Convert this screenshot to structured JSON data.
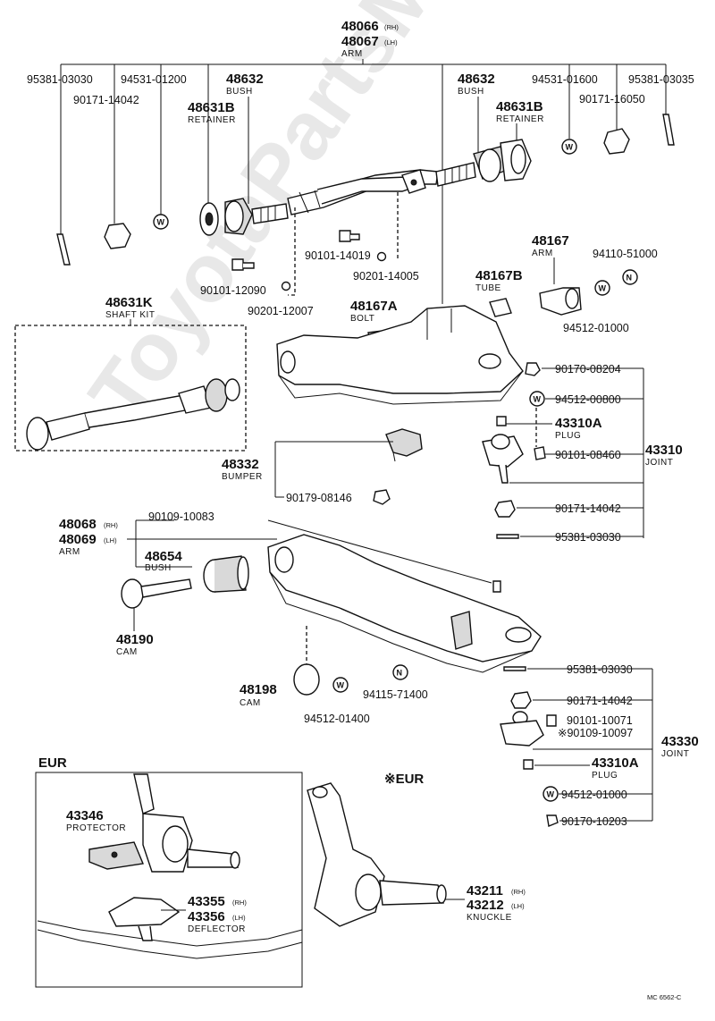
{
  "watermark": "ToyotaPartsMart.ru",
  "stamp": "MC 6562-C",
  "labels": {
    "arm_num1": "48066",
    "arm_rh": "(RH)",
    "arm_num2": "48067",
    "arm_lh": "(LH)",
    "arm_desc": "ARM",
    "p95381_03030_top": "95381-03030",
    "p94531_01200": "94531-01200",
    "p48632_left": "48632",
    "bush_left": "BUSH",
    "p90171_14042_top": "90171-14042",
    "p48631b_left": "48631B",
    "retainer_left": "RETAINER",
    "p48632_right": "48632",
    "bush_right": "BUSH",
    "p94531_01600": "94531-01600",
    "p95381_03035": "95381-03035",
    "p48631b_right": "48631B",
    "retainer_right": "RETAINER",
    "p90171_16050": "90171-16050",
    "p90101_14019": "90101-14019",
    "p90201_14005": "90201-14005",
    "p90101_12090": "90101-12090",
    "p90201_12007": "90201-12007",
    "p48167": "48167",
    "arm_upper": "ARM",
    "p94110_51000": "94110-51000",
    "p48167b": "48167B",
    "tube": "TUBE",
    "p48167a": "48167A",
    "bolt": "BOLT",
    "p94512_01000_top": "94512-01000",
    "p48631k": "48631K",
    "shaft_kit": "SHAFT KIT",
    "p90170_08204": "90170-08204",
    "p94512_00800": "94512-00800",
    "p43310a": "43310A",
    "plug_upper": "PLUG",
    "p90101_08460": "90101-08460",
    "p43310": "43310",
    "joint_upper": "JOINT",
    "p48332": "48332",
    "bumper": "BUMPER",
    "p90179_08146": "90179-08146",
    "p90171_14042_mid": "90171-14042",
    "p95381_03030_mid": "95381-03030",
    "p48068": "48068",
    "p48068_rh": "(RH)",
    "p48069": "48069",
    "p48069_lh": "(LH)",
    "arm_lower": "ARM",
    "p90109_10083": "90109-10083",
    "p48654": "48654",
    "bush_lower": "BUSH",
    "p48190": "48190",
    "cam_lower": "CAM",
    "p48198": "48198",
    "cam_small": "CAM",
    "p94512_01400": "94512-01400",
    "p94115_71400": "94115-71400",
    "p95381_03030_low": "95381-03030",
    "p90171_14042_low": "90171-14042",
    "p90101_10071": "90101-10071",
    "p90109_10097": "※90109-10097",
    "p43330": "43330",
    "joint_lower": "JOINT",
    "p43310a_low": "43310A",
    "plug_lower": "PLUG",
    "p94512_01000_low": "94512-01000",
    "p90170_10203": "90170-10203",
    "eur_box": "EUR",
    "eur_star": "※EUR",
    "p43346": "43346",
    "protector": "PROTECTOR",
    "p43355": "43355",
    "p43355_rh": "(RH)",
    "p43356": "43356",
    "p43356_lh": "(LH)",
    "deflector": "DEFLECTOR",
    "p43211": "43211",
    "p43211_rh": "(RH)",
    "p43212": "43212",
    "p43212_lh": "(LH)",
    "knuckle": "KNUCKLE",
    "w": "W",
    "n": "N"
  }
}
